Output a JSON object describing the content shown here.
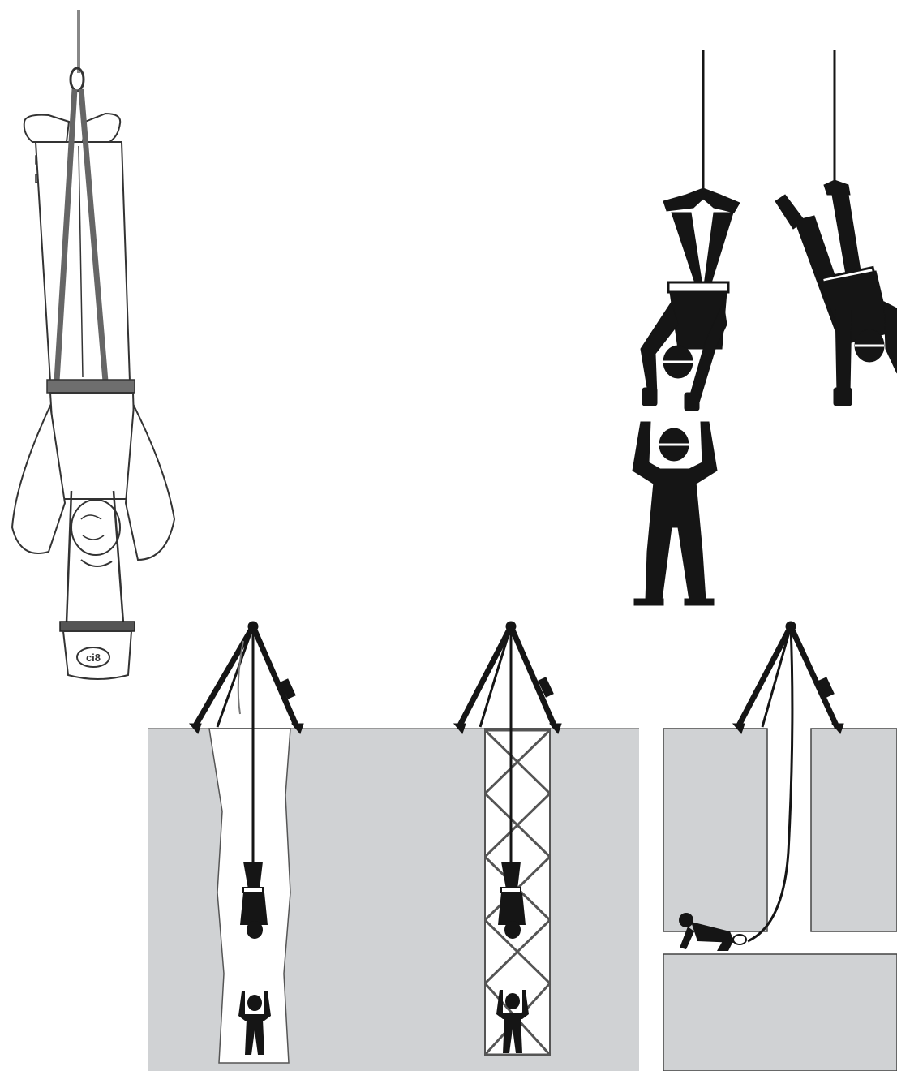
{
  "figure": {
    "logo_text": "ci8",
    "colors": {
      "ground": "#d0d2d4",
      "ink": "#151515",
      "line": "#3a3a3a",
      "harness": "#6e6e6e",
      "paper": "#ffffff"
    },
    "panels": [
      {
        "id": "harness-suspension",
        "icon": "inverted-person-harness-icon"
      },
      {
        "id": "inverted-rescue-pair",
        "icon": "inverted-rescue-icon"
      },
      {
        "id": "shaft-tripod-rescue",
        "icon": "tripod-shaft-icon"
      },
      {
        "id": "caged-ladder-tripod-rescue",
        "icon": "tripod-cage-icon"
      },
      {
        "id": "tunnel-tripod-rescue",
        "icon": "tripod-tunnel-icon"
      }
    ]
  }
}
